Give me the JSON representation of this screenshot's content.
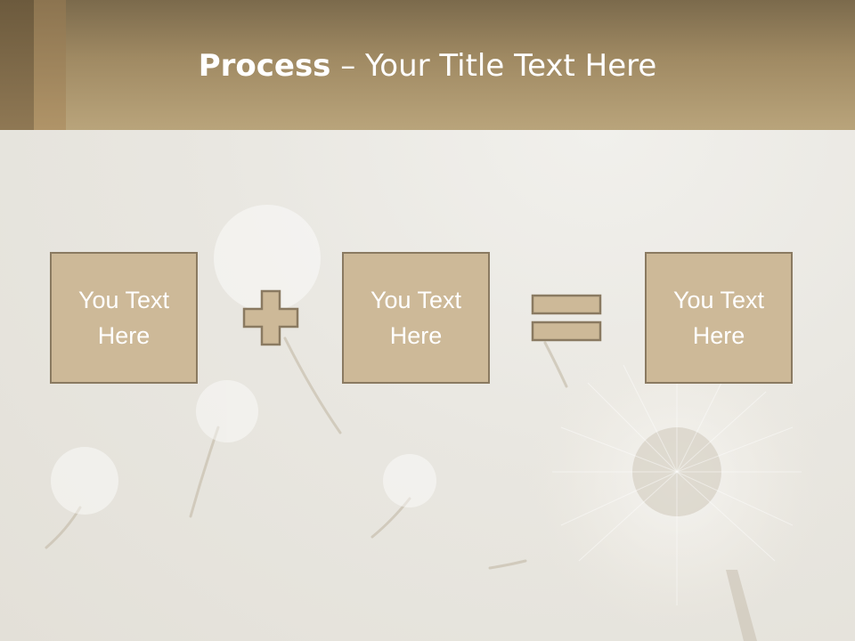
{
  "header": {
    "title_bold": "Process",
    "title_rest": " – Your Title Text Here"
  },
  "process": {
    "boxes": [
      {
        "text": "You Text\nHere"
      },
      {
        "text": "You Text\nHere"
      },
      {
        "text": "You Text\nHere"
      }
    ],
    "operators": [
      "plus-icon",
      "equals-icon"
    ]
  },
  "colors": {
    "band": "#b9a47b",
    "box_fill": "#cdb998",
    "box_border": "#8a7a61",
    "text": "#ffffff"
  }
}
